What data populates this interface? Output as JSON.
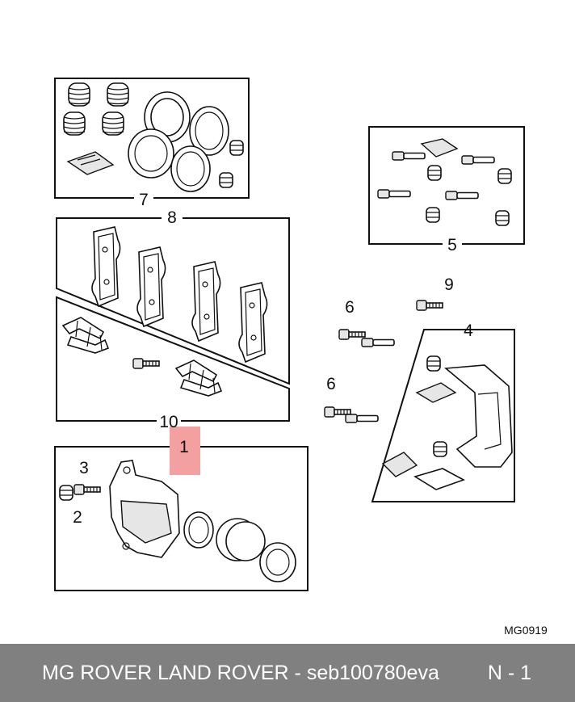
{
  "diagram": {
    "callouts": {
      "c1": "1",
      "c2": "2",
      "c3": "3",
      "c4": "4",
      "c5": "5",
      "c6a": "6",
      "c6b": "6",
      "c7": "7",
      "c8": "8",
      "c9": "9",
      "c10": "10"
    },
    "highlight_color": "#f2a0a0",
    "reference": "MG0919"
  },
  "footer": {
    "brand": "MG ROVER LAND ROVER - seb100780eva",
    "page": "N - 1"
  }
}
